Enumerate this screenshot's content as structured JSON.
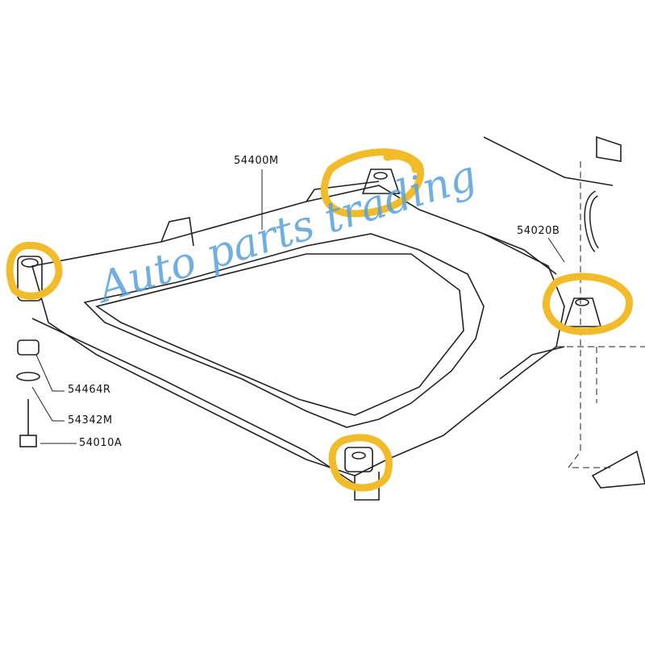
{
  "diagram": {
    "part_labels": [
      "54400M",
      "54020B",
      "54464R",
      "54342M",
      "54010A"
    ],
    "watermark": "Auto parts trading",
    "highlight_color": "#f2bb2a",
    "watermark_color": "#5aa2dc"
  }
}
